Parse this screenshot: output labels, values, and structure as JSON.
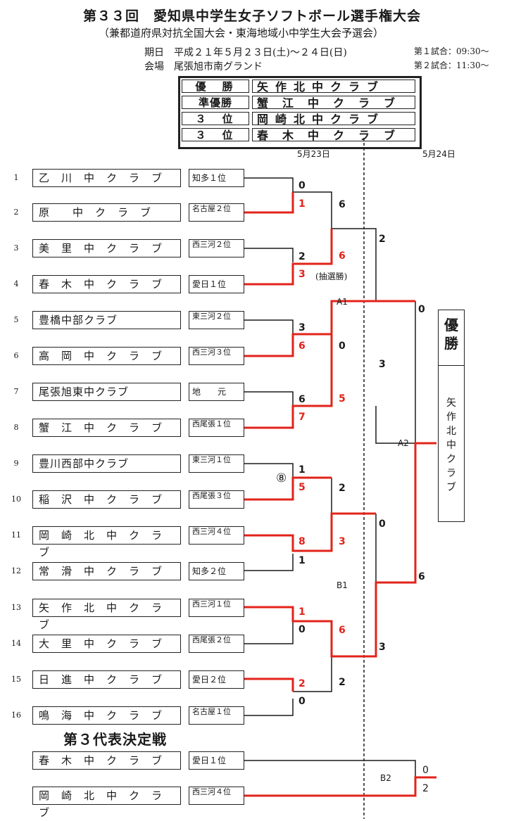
{
  "header": {
    "title": "第３３回　愛知県中学生女子ソフトボール選手権大会",
    "subtitle": "（兼都道府県対抗全国大会・東海地域小中学生大会予選会）",
    "date": "期日　平成２１年５月２３日(土)～２４日(日)",
    "venue": "会場　尾張旭市南グランド",
    "game1": "第１試合：09:30～",
    "game2": "第２試合：11:30～"
  },
  "results": [
    {
      "rank": "優　勝",
      "team": "矢作北中クラブ"
    },
    {
      "rank": "準優勝",
      "team": "蟹　江　中　ク　ラ　ブ"
    },
    {
      "rank": "３　位",
      "team": "岡崎北中クラブ"
    },
    {
      "rank": "３　位",
      "team": "春　木　中　ク　ラ　ブ"
    }
  ],
  "dates": {
    "day1": "5月23日",
    "day2": "5月24日"
  },
  "teams": [
    {
      "num": "1",
      "name": "乙　川　中　ク　ラ　ブ",
      "region": "知多１位"
    },
    {
      "num": "2",
      "name": "原　　中　ク　ラ　ブ",
      "region": "名古屋２位"
    },
    {
      "num": "3",
      "name": "美　里　中　ク　ラ　ブ",
      "region": "西三河２位"
    },
    {
      "num": "4",
      "name": "春　木　中　ク　ラ　ブ",
      "region": "愛日１位"
    },
    {
      "num": "5",
      "name": "豊橋中部クラブ",
      "region": "東三河２位"
    },
    {
      "num": "6",
      "name": "高　岡　中　ク　ラ　ブ",
      "region": "西三河３位"
    },
    {
      "num": "7",
      "name": "尾張旭東中クラブ",
      "region": "地　　元"
    },
    {
      "num": "8",
      "name": "蟹　江　中　ク　ラ　ブ",
      "region": "西尾張１位"
    },
    {
      "num": "9",
      "name": "豊川西部中クラブ",
      "region": "東三河１位"
    },
    {
      "num": "10",
      "name": "稲　沢　中　ク　ラ　ブ",
      "region": "西尾張３位"
    },
    {
      "num": "11",
      "name": "岡　崎　北　中　ク　ラ　ブ",
      "region": "西三河４位"
    },
    {
      "num": "12",
      "name": "常　滑　中　ク　ラ　ブ",
      "region": "知多２位"
    },
    {
      "num": "13",
      "name": "矢　作　北　中　ク　ラ　ブ",
      "region": "西三河１位"
    },
    {
      "num": "14",
      "name": "大　里　中　ク　ラ　ブ",
      "region": "西尾張２位"
    },
    {
      "num": "15",
      "name": "日　進　中　ク　ラ　ブ",
      "region": "愛日２位"
    },
    {
      "num": "16",
      "name": "鳴　海　中　ク　ラ　ブ",
      "region": "名古屋１位"
    }
  ],
  "scores": {
    "r1": [
      "0",
      "1",
      "2",
      "3",
      "3",
      "6",
      "6",
      "7",
      "1",
      "5",
      "8",
      "1",
      "1",
      "0",
      "2",
      "0"
    ],
    "r2": [
      "6",
      "6",
      "0",
      "5",
      "2",
      "3",
      "6",
      "2"
    ],
    "r3": [
      "2",
      "3",
      "0",
      "3"
    ],
    "final": [
      "0",
      "6"
    ]
  },
  "notes": {
    "lottery": "(抽選勝)",
    "circled": "⑧"
  },
  "game_labels": {
    "a1": "A1",
    "b1": "B1",
    "a2": "A2",
    "b2": "B2"
  },
  "champion": {
    "title": "優勝",
    "name": "矢作北中クラブ"
  },
  "third_playoff": {
    "title": "第３代表決定戦",
    "teams": [
      {
        "name": "春　木　中　ク　ラ　ブ",
        "region": "愛日１位"
      },
      {
        "name": "岡　崎　北　中　ク　ラ　ブ",
        "region": "西三河４位"
      }
    ],
    "scores": [
      "0",
      "2"
    ],
    "label": "B2"
  },
  "colors": {
    "win": "#e2231a",
    "line": "#1a1a1a"
  }
}
